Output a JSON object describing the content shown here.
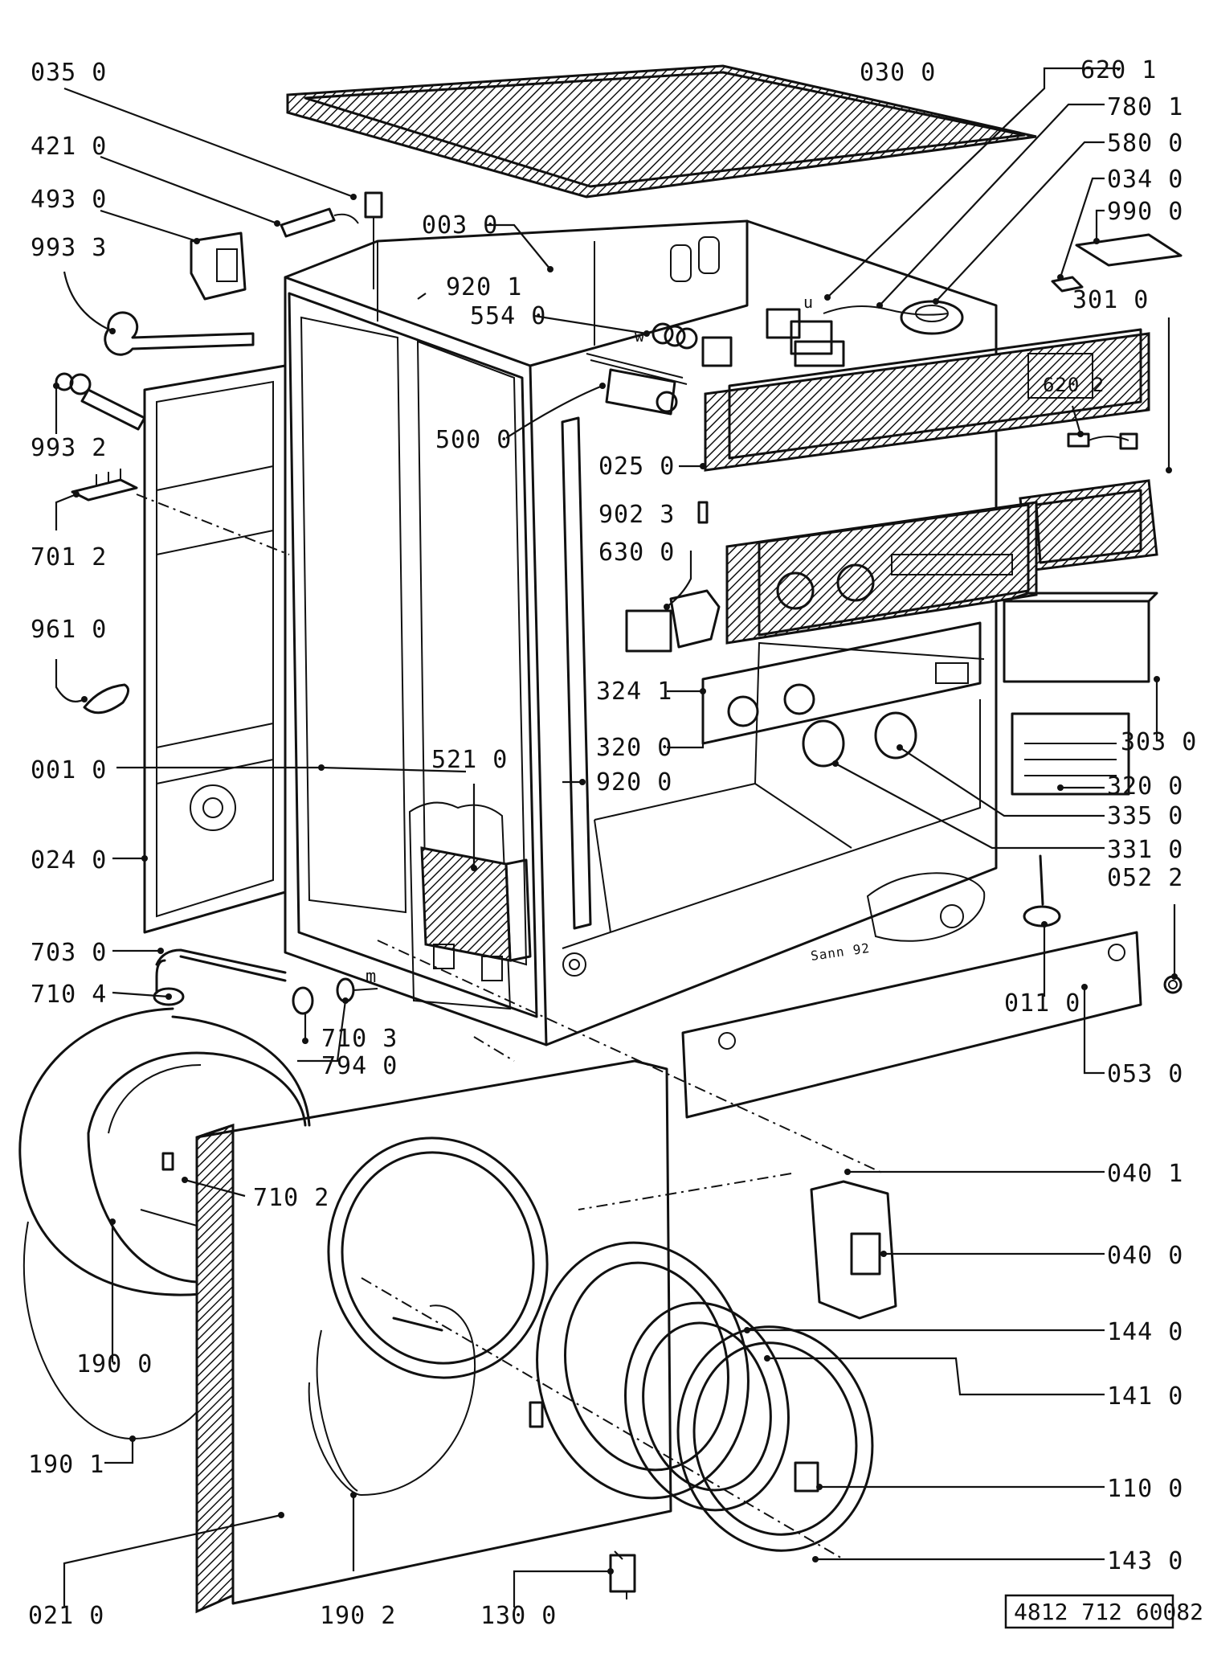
{
  "document_number": "4812 712 60082",
  "small_marks": {
    "u": "u",
    "w": "w",
    "m": "m",
    "model": "Sann 92"
  },
  "callouts": [
    {
      "id": "p0350",
      "label": "035  0"
    },
    {
      "id": "p4210",
      "label": "421  0"
    },
    {
      "id": "p4930",
      "label": "493  0"
    },
    {
      "id": "p9933",
      "label": "993  3"
    },
    {
      "id": "p9932",
      "label": "993  2"
    },
    {
      "id": "p7012",
      "label": "701  2"
    },
    {
      "id": "p9610",
      "label": "961  0"
    },
    {
      "id": "p0010",
      "label": "001  0"
    },
    {
      "id": "p0240",
      "label": "024  0"
    },
    {
      "id": "p7030",
      "label": "703  0"
    },
    {
      "id": "p7104",
      "label": "710  4"
    },
    {
      "id": "p7103",
      "label": "710  3"
    },
    {
      "id": "p7940",
      "label": "794  0"
    },
    {
      "id": "p7102",
      "label": "710  2"
    },
    {
      "id": "p1900",
      "label": "190  0"
    },
    {
      "id": "p1901",
      "label": "190  1"
    },
    {
      "id": "p0210",
      "label": "021  0"
    },
    {
      "id": "p1902",
      "label": "190  2"
    },
    {
      "id": "p1300",
      "label": "130  0"
    },
    {
      "id": "p0300",
      "label": "030  0"
    },
    {
      "id": "p0030",
      "label": "003  0"
    },
    {
      "id": "p9201",
      "label": "920  1"
    },
    {
      "id": "p5540",
      "label": "554  0"
    },
    {
      "id": "p5000",
      "label": "500  0"
    },
    {
      "id": "p0250",
      "label": "025  0"
    },
    {
      "id": "p9023",
      "label": "902  3"
    },
    {
      "id": "p6300",
      "label": "630  0"
    },
    {
      "id": "p3241",
      "label": "324  1"
    },
    {
      "id": "p3200a",
      "label": "320  0"
    },
    {
      "id": "p5210",
      "label": "521  0"
    },
    {
      "id": "p9200",
      "label": "920  0"
    },
    {
      "id": "p6201",
      "label": "620  1"
    },
    {
      "id": "p7801",
      "label": "780  1"
    },
    {
      "id": "p5800",
      "label": "580  0"
    },
    {
      "id": "p0340",
      "label": "034  0"
    },
    {
      "id": "p9900",
      "label": "990  0"
    },
    {
      "id": "p3010",
      "label": "301  0"
    },
    {
      "id": "p6202",
      "label": "620  2"
    },
    {
      "id": "p3030",
      "label": "303  0"
    },
    {
      "id": "p3200b",
      "label": "320  0"
    },
    {
      "id": "p3350",
      "label": "335  0"
    },
    {
      "id": "p3310",
      "label": "331  0"
    },
    {
      "id": "p0522",
      "label": "052  2"
    },
    {
      "id": "p0110",
      "label": "011  0"
    },
    {
      "id": "p0530",
      "label": "053  0"
    },
    {
      "id": "p0401",
      "label": "040  1"
    },
    {
      "id": "p0400",
      "label": "040  0"
    },
    {
      "id": "p1440",
      "label": "144  0"
    },
    {
      "id": "p1410",
      "label": "141  0"
    },
    {
      "id": "p1100",
      "label": "110  0"
    },
    {
      "id": "p1430",
      "label": "143  0"
    }
  ]
}
